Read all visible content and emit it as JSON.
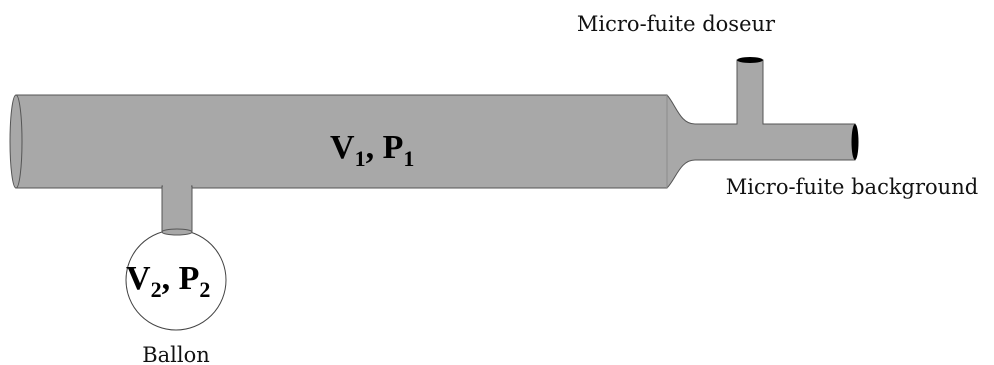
{
  "labels": {
    "tube_volume": "V",
    "tube_volume_sub": "1",
    "tube_pressure": "P",
    "tube_pressure_sub": "1",
    "separator": ", ",
    "ballon_volume": "V",
    "ballon_volume_sub": "2",
    "ballon_pressure": "P",
    "ballon_pressure_sub": "2",
    "ballon": "Ballon",
    "micro_fuite_doseur": "Micro-fuite doseur",
    "micro_fuite_background": "Micro-fuite background"
  },
  "colors": {
    "tube_fill": "#a8a8a8",
    "outline": "#555555",
    "leak_cap": "#000000",
    "ballon_fill": "#ffffff"
  }
}
